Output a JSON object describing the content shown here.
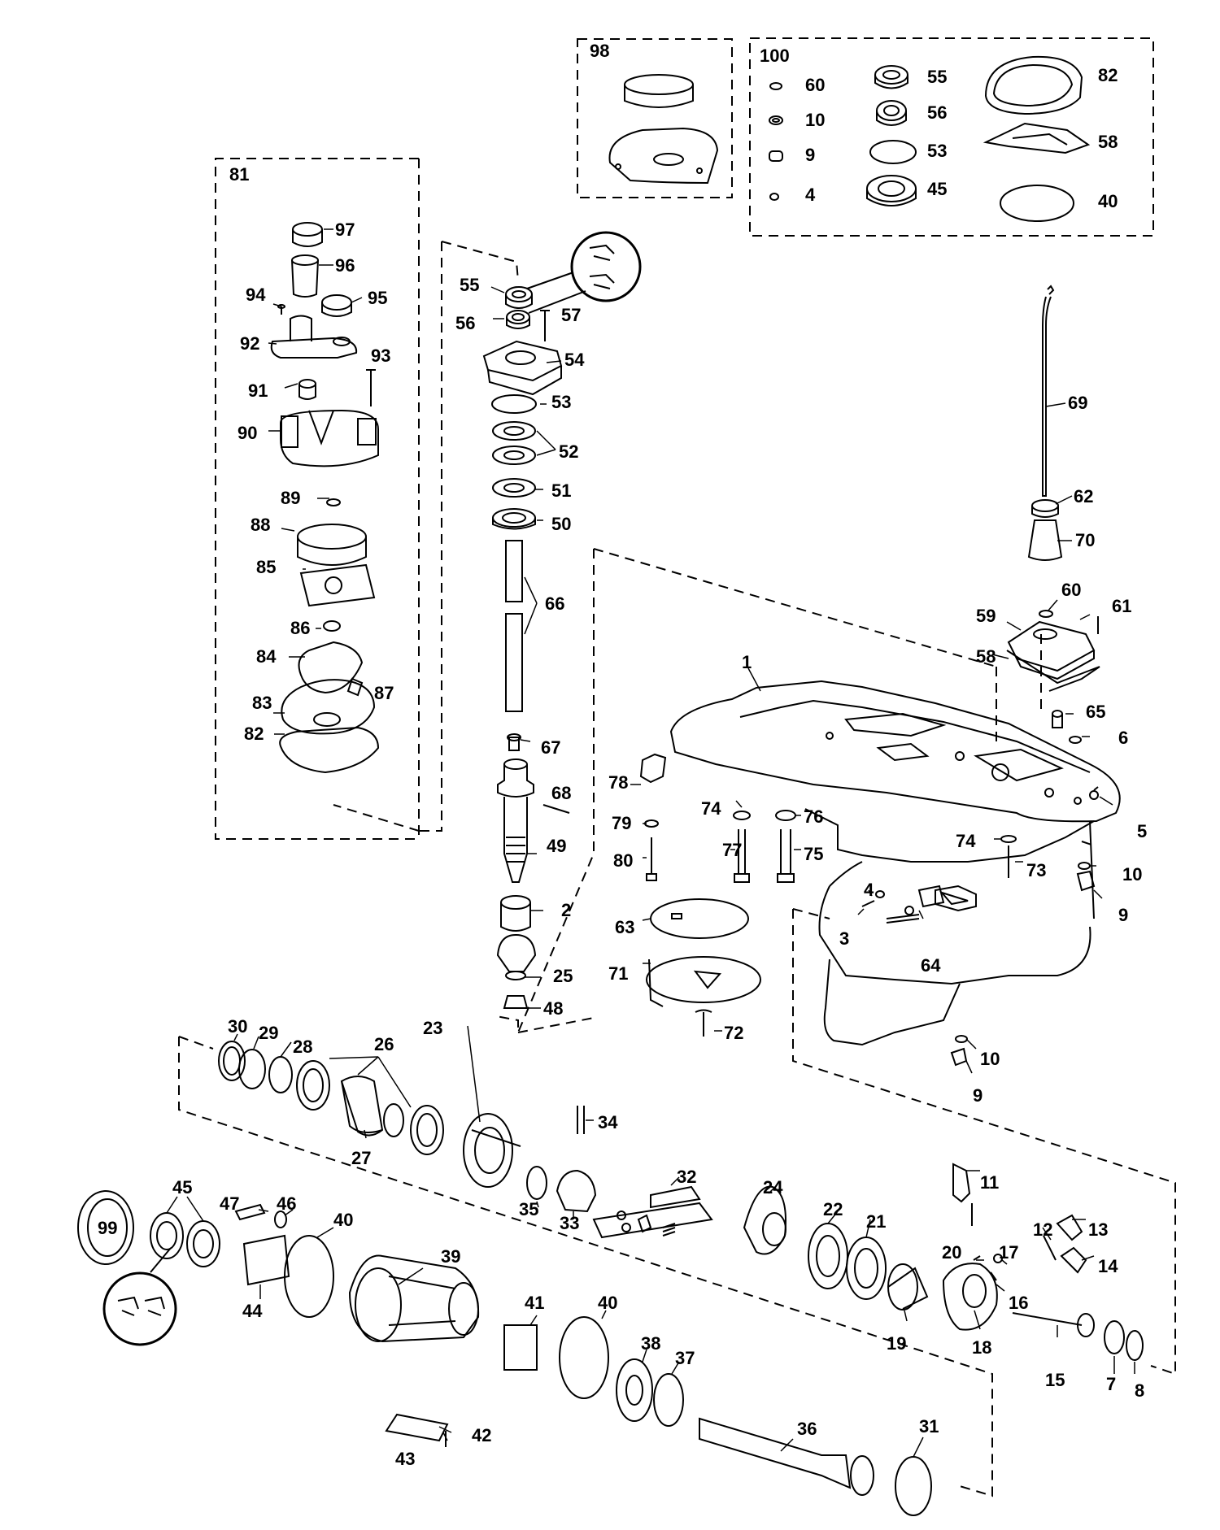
{
  "diagram": {
    "part_numbers": [
      "1",
      "2",
      "3",
      "4",
      "5",
      "6",
      "7",
      "8",
      "9",
      "10",
      "11",
      "12",
      "13",
      "14",
      "15",
      "16",
      "17",
      "18",
      "19",
      "20",
      "21",
      "22",
      "23",
      "24",
      "25",
      "26",
      "27",
      "28",
      "29",
      "30",
      "31",
      "32",
      "33",
      "34",
      "35",
      "36",
      "37",
      "38",
      "39",
      "40",
      "41",
      "42",
      "43",
      "44",
      "45",
      "46",
      "47",
      "48",
      "49",
      "50",
      "51",
      "52",
      "53",
      "54",
      "55",
      "56",
      "57",
      "58",
      "59",
      "60",
      "61",
      "62",
      "63",
      "64",
      "65",
      "66",
      "67",
      "68",
      "69",
      "70",
      "71",
      "72",
      "73",
      "74",
      "75",
      "76",
      "77",
      "78",
      "79",
      "80",
      "81",
      "82",
      "83",
      "84",
      "85",
      "86",
      "87",
      "88",
      "89",
      "90",
      "91",
      "92",
      "93",
      "94",
      "95",
      "96",
      "97",
      "98",
      "99",
      "100"
    ],
    "callouts": [
      {
        "id": "c98",
        "text": "98"
      },
      {
        "id": "c100",
        "text": "100"
      },
      {
        "id": "k60",
        "text": "60"
      },
      {
        "id": "k10",
        "text": "10"
      },
      {
        "id": "k9",
        "text": "9"
      },
      {
        "id": "k4",
        "text": "4"
      },
      {
        "id": "k55",
        "text": "55"
      },
      {
        "id": "k56",
        "text": "56"
      },
      {
        "id": "k53",
        "text": "53"
      },
      {
        "id": "k45",
        "text": "45"
      },
      {
        "id": "k82",
        "text": "82"
      },
      {
        "id": "k58",
        "text": "58"
      },
      {
        "id": "k40",
        "text": "40"
      },
      {
        "id": "c81",
        "text": "81"
      },
      {
        "id": "w97",
        "text": "97"
      },
      {
        "id": "w96",
        "text": "96"
      },
      {
        "id": "w95",
        "text": "95"
      },
      {
        "id": "w94",
        "text": "94"
      },
      {
        "id": "w92",
        "text": "92"
      },
      {
        "id": "w93",
        "text": "93"
      },
      {
        "id": "w91",
        "text": "91"
      },
      {
        "id": "w90",
        "text": "90"
      },
      {
        "id": "w89",
        "text": "89"
      },
      {
        "id": "w88",
        "text": "88"
      },
      {
        "id": "w85",
        "text": "85"
      },
      {
        "id": "w86",
        "text": "86"
      },
      {
        "id": "w84",
        "text": "84"
      },
      {
        "id": "w87",
        "text": "87"
      },
      {
        "id": "w83",
        "text": "83"
      },
      {
        "id": "w82",
        "text": "82"
      },
      {
        "id": "s55",
        "text": "55"
      },
      {
        "id": "s56",
        "text": "56"
      },
      {
        "id": "s57",
        "text": "57"
      },
      {
        "id": "s54",
        "text": "54"
      },
      {
        "id": "s53",
        "text": "53"
      },
      {
        "id": "s52",
        "text": "52"
      },
      {
        "id": "s51",
        "text": "51"
      },
      {
        "id": "s50",
        "text": "50"
      },
      {
        "id": "s66",
        "text": "66"
      },
      {
        "id": "s67",
        "text": "67"
      },
      {
        "id": "s68",
        "text": "68"
      },
      {
        "id": "s49",
        "text": "49"
      },
      {
        "id": "s2",
        "text": "2"
      },
      {
        "id": "s25",
        "text": "25"
      },
      {
        "id": "s48",
        "text": "48"
      },
      {
        "id": "s23",
        "text": "23"
      },
      {
        "id": "h69",
        "text": "69"
      },
      {
        "id": "h62",
        "text": "62"
      },
      {
        "id": "h70",
        "text": "70"
      },
      {
        "id": "h60",
        "text": "60"
      },
      {
        "id": "h61",
        "text": "61"
      },
      {
        "id": "h59",
        "text": "59"
      },
      {
        "id": "h58",
        "text": "58"
      },
      {
        "id": "h1",
        "text": "1"
      },
      {
        "id": "h65",
        "text": "65"
      },
      {
        "id": "h6",
        "text": "6"
      },
      {
        "id": "h5",
        "text": "5"
      },
      {
        "id": "h78",
        "text": "78"
      },
      {
        "id": "h79",
        "text": "79"
      },
      {
        "id": "h80",
        "text": "80"
      },
      {
        "id": "h74a",
        "text": "74"
      },
      {
        "id": "h76",
        "text": "76"
      },
      {
        "id": "h77",
        "text": "77"
      },
      {
        "id": "h75",
        "text": "75"
      },
      {
        "id": "h74b",
        "text": "74"
      },
      {
        "id": "h73",
        "text": "73"
      },
      {
        "id": "h10a",
        "text": "10"
      },
      {
        "id": "h9a",
        "text": "9"
      },
      {
        "id": "h4",
        "text": "4"
      },
      {
        "id": "h3",
        "text": "3"
      },
      {
        "id": "h64",
        "text": "64"
      },
      {
        "id": "h63",
        "text": "63"
      },
      {
        "id": "h71",
        "text": "71"
      },
      {
        "id": "h72",
        "text": "72"
      },
      {
        "id": "h10b",
        "text": "10"
      },
      {
        "id": "h9b",
        "text": "9"
      },
      {
        "id": "g30",
        "text": "30"
      },
      {
        "id": "g29",
        "text": "29"
      },
      {
        "id": "g28",
        "text": "28"
      },
      {
        "id": "g26",
        "text": "26"
      },
      {
        "id": "g27",
        "text": "27"
      },
      {
        "id": "g34",
        "text": "34"
      },
      {
        "id": "g35",
        "text": "35"
      },
      {
        "id": "g33",
        "text": "33"
      },
      {
        "id": "g32",
        "text": "32"
      },
      {
        "id": "g24",
        "text": "24"
      },
      {
        "id": "g22",
        "text": "22"
      },
      {
        "id": "g21",
        "text": "21"
      },
      {
        "id": "g11",
        "text": "11"
      },
      {
        "id": "g12",
        "text": "12"
      },
      {
        "id": "g13",
        "text": "13"
      },
      {
        "id": "g20",
        "text": "20"
      },
      {
        "id": "g17",
        "text": "17"
      },
      {
        "id": "g16",
        "text": "16"
      },
      {
        "id": "g14",
        "text": "14"
      },
      {
        "id": "g19",
        "text": "19"
      },
      {
        "id": "g18",
        "text": "18"
      },
      {
        "id": "g15",
        "text": "15"
      },
      {
        "id": "g7",
        "text": "7"
      },
      {
        "id": "g8",
        "text": "8"
      },
      {
        "id": "b99",
        "text": "99"
      },
      {
        "id": "b45",
        "text": "45"
      },
      {
        "id": "b47",
        "text": "47"
      },
      {
        "id": "b46",
        "text": "46"
      },
      {
        "id": "b40a",
        "text": "40"
      },
      {
        "id": "b39",
        "text": "39"
      },
      {
        "id": "b44",
        "text": "44"
      },
      {
        "id": "b41",
        "text": "41"
      },
      {
        "id": "b40b",
        "text": "40"
      },
      {
        "id": "b38",
        "text": "38"
      },
      {
        "id": "b37",
        "text": "37"
      },
      {
        "id": "b42",
        "text": "42"
      },
      {
        "id": "b43",
        "text": "43"
      },
      {
        "id": "b36",
        "text": "36"
      },
      {
        "id": "b31",
        "text": "31"
      }
    ]
  }
}
